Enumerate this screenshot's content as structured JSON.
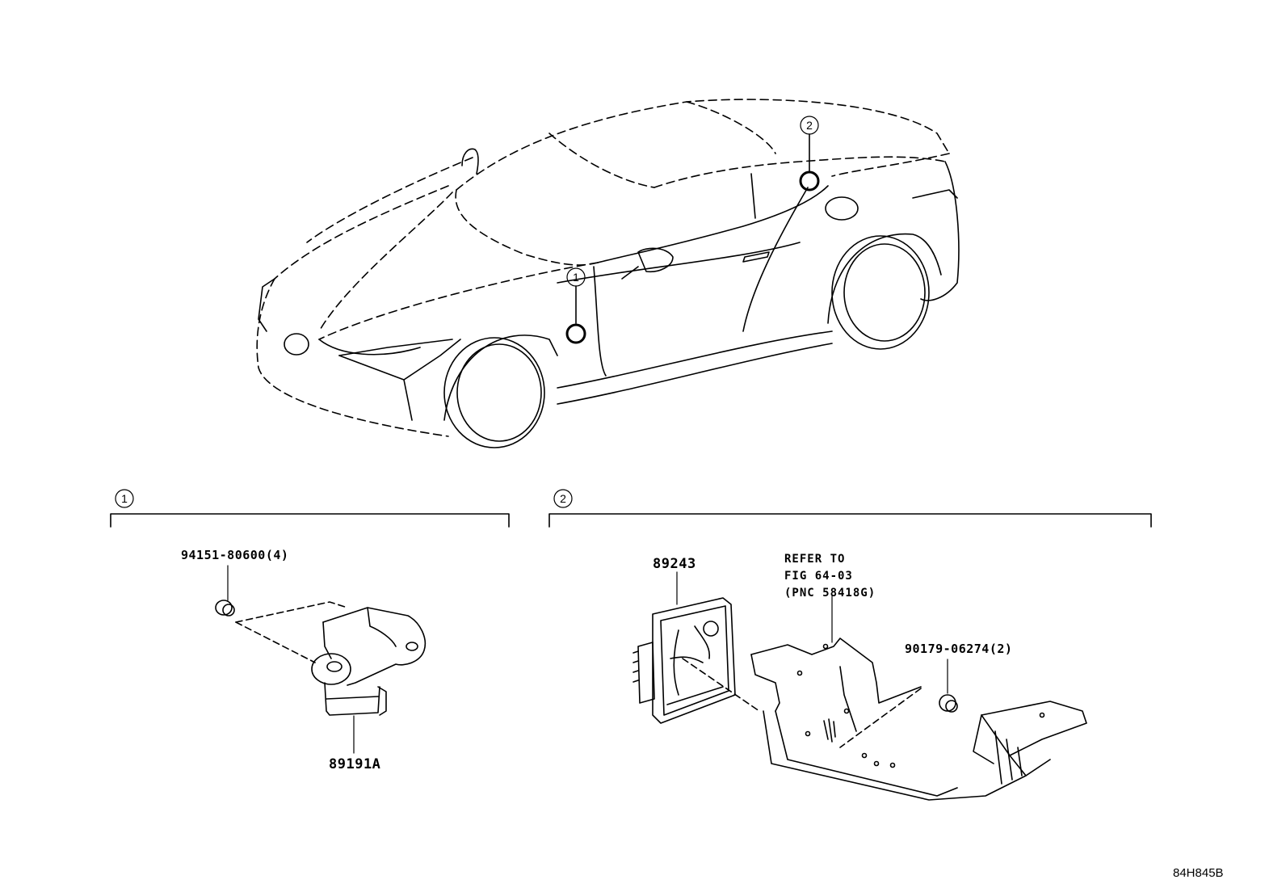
{
  "figure_id": "84H845B",
  "callouts": [
    {
      "num": "1"
    },
    {
      "num": "2"
    }
  ],
  "section_1": {
    "num": "1",
    "parts": {
      "screw": "94151-80600(4)",
      "sensor": "89191A"
    }
  },
  "section_2": {
    "num": "2",
    "parts": {
      "ecu": "89243",
      "refer_line1": "REFER TO",
      "refer_line2": "FIG 64-03",
      "refer_line3": "(PNC 58418G)",
      "nut": "90179-06274(2)"
    }
  }
}
